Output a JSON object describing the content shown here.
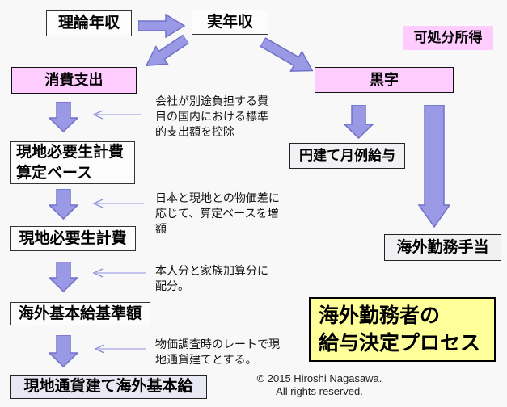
{
  "colors": {
    "background": "#f8f8f8",
    "arrow_fill": "#9999e6",
    "arrow_border": "#7070c8",
    "thin_arrow_line": "#b4b4ea",
    "thin_arrow_head": "#8f8fdd",
    "pink_box": "#ffccff",
    "yellow_box": "#ffff99",
    "white_box": "#fcfcfc",
    "gray_box": "#f1f1f3",
    "lavender_box": "#e8e8f4"
  },
  "nodes": {
    "theoretical_annual_income": {
      "label": "理論年収"
    },
    "actual_annual_income": {
      "label": "実年収"
    },
    "disposable_income": {
      "label": "可処分所得"
    },
    "consumption_expenditure": {
      "label": "消費支出"
    },
    "surplus": {
      "label": "黒字"
    },
    "local_living_cost_base": {
      "label": "現地必要生計費\n算定ベース"
    },
    "local_living_cost": {
      "label": "現地必要生計費"
    },
    "overseas_base_salary_standard": {
      "label": "海外基本給基準額"
    },
    "local_currency_base_salary": {
      "label": "現地通貨建て海外基本給"
    },
    "yen_monthly_salary": {
      "label": "円建て月例給与"
    },
    "overseas_work_allowance": {
      "label": "海外勤務手当"
    }
  },
  "annotations": [
    {
      "text": "会社が別途負担する費\n目の国内における標準\n的支出額を控除"
    },
    {
      "text": "日本と現地との物価差に\n応じて、算定ベースを増\n額"
    },
    {
      "text": "本人分と家族加算分に\n配分。"
    },
    {
      "text": "物価調査時のレートで現\n地通貨建てとする。"
    }
  ],
  "title_box": {
    "text": "海外勤務者の\n給与決定プロセス"
  },
  "footer": {
    "text": "© 2015 Hiroshi Nagasawa.\nAll rights reserved."
  }
}
